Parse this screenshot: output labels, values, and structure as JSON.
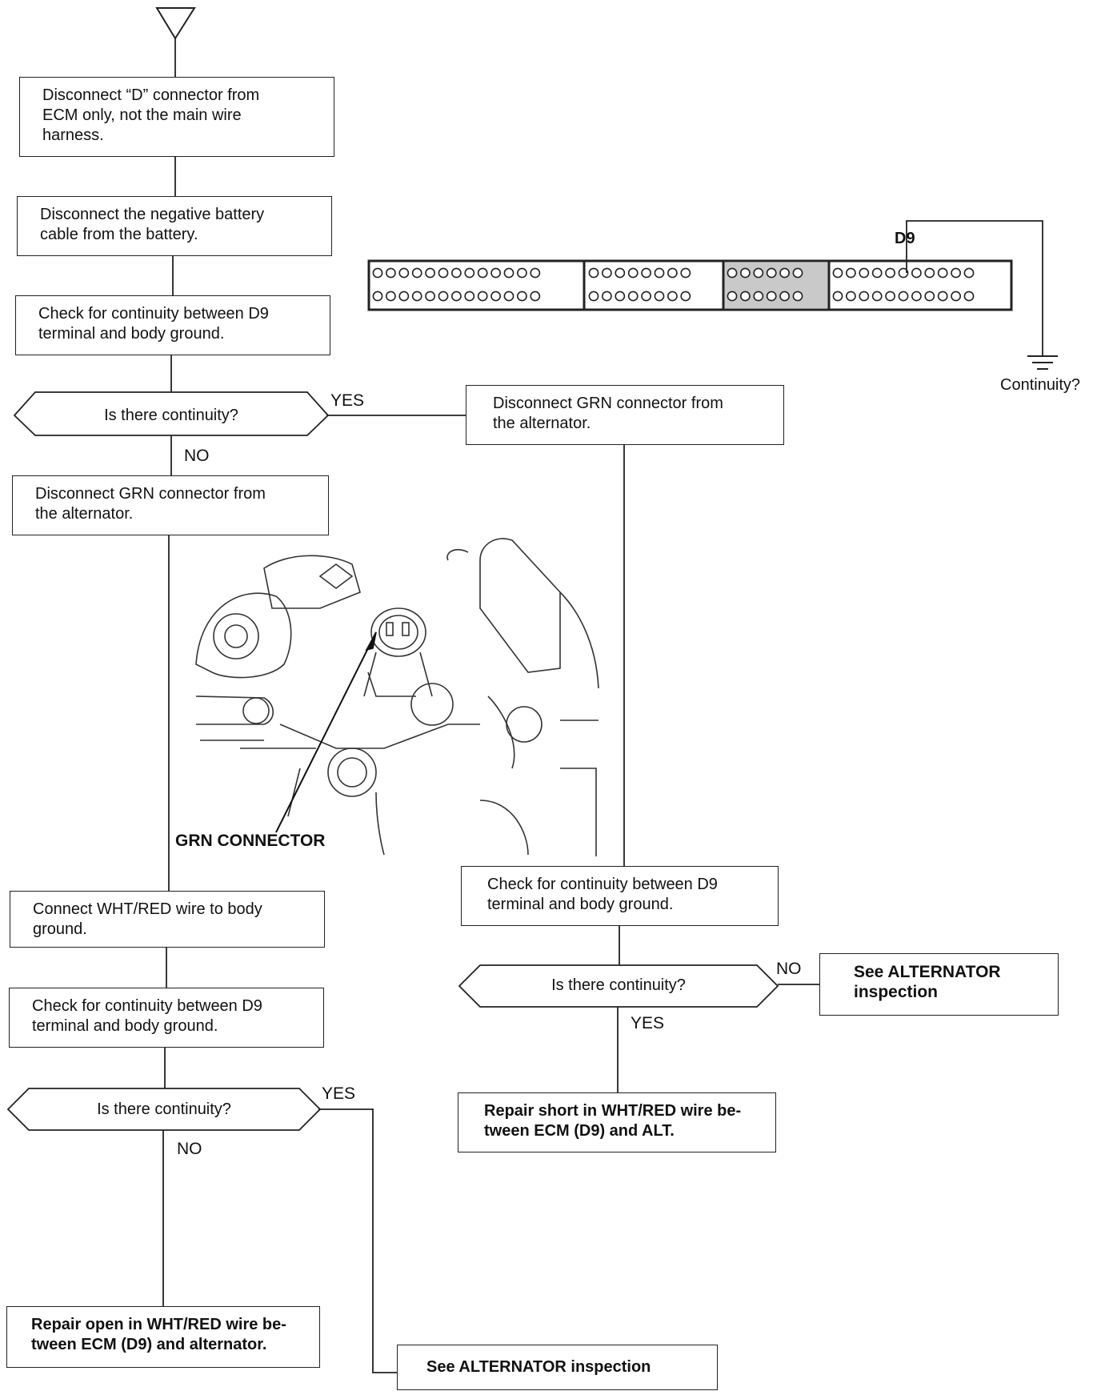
{
  "flow": {
    "step1": "Disconnect “D” connector from\nECM only, not the main wire\nharness.",
    "step2": "Disconnect the negative battery\ncable from the battery.",
    "step3": "Check for continuity between D9\nterminal and body ground.",
    "decision1": "Is there continuity?",
    "step4_left": "Disconnect GRN connector from\nthe alternator.",
    "step4_right": "Disconnect GRN connector from\nthe alternator.",
    "step5_left": "Connect WHT/RED wire to body\nground.",
    "step6_left": "Check for continuity between D9\nterminal and body ground.",
    "decision2_left": "Is there continuity?",
    "result_open": "Repair open in WHT/RED wire be-\ntween ECM (D9) and alternator.",
    "result_alt_bottom": "See  ALTERNATOR  inspection",
    "step5_right": "Check for continuity between D9\nterminal and body ground.",
    "decision2_right": "Is there continuity?",
    "result_alt_right": "See  ALTERNATOR\ninspection",
    "result_short": "Repair short in WHT/RED wire be-\ntween ECM (D9) and ALT."
  },
  "labels": {
    "yes": "YES",
    "no": "NO",
    "terminal": "D9",
    "continuity": "Continuity?",
    "grn_connector": "GRN CONNECTOR"
  }
}
